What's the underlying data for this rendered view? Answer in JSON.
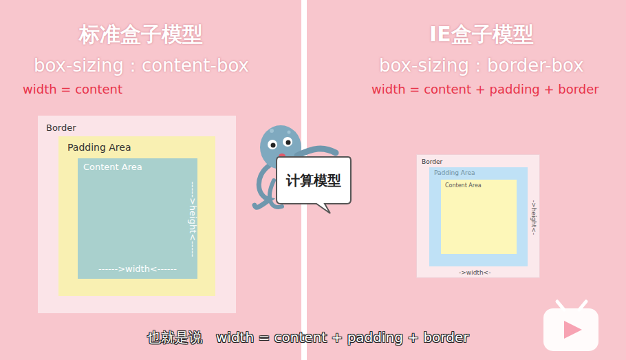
{
  "diagram": {
    "caption": "也就是说　width = content + padding + border",
    "nodes": [
      {
        "text": [
          "Border"
        ]
      },
      {
        "text": [
          "Padding Area"
        ],
        "in": 0
      },
      {
        "text": [
          "Content Area"
        ],
        "in": 1
      },
      {
        "text": [
          "Border"
        ]
      },
      {
        "text": [
          "Padding Area"
        ],
        "in": 3
      },
      {
        "text": [
          "Content Area"
        ],
        "in": 4
      },
      {
        "text": [
          "计算模型"
        ]
      }
    ],
    "labels": [
      "标准盒子模型",
      "box-sizing：content-box",
      "width = content",
      "IE盒子模型",
      "box-sizing：border-box",
      "width = content + padding + border",
      "------>width<------",
      "----->height<-----",
      "->width<-",
      "->height<-"
    ]
  }
}
